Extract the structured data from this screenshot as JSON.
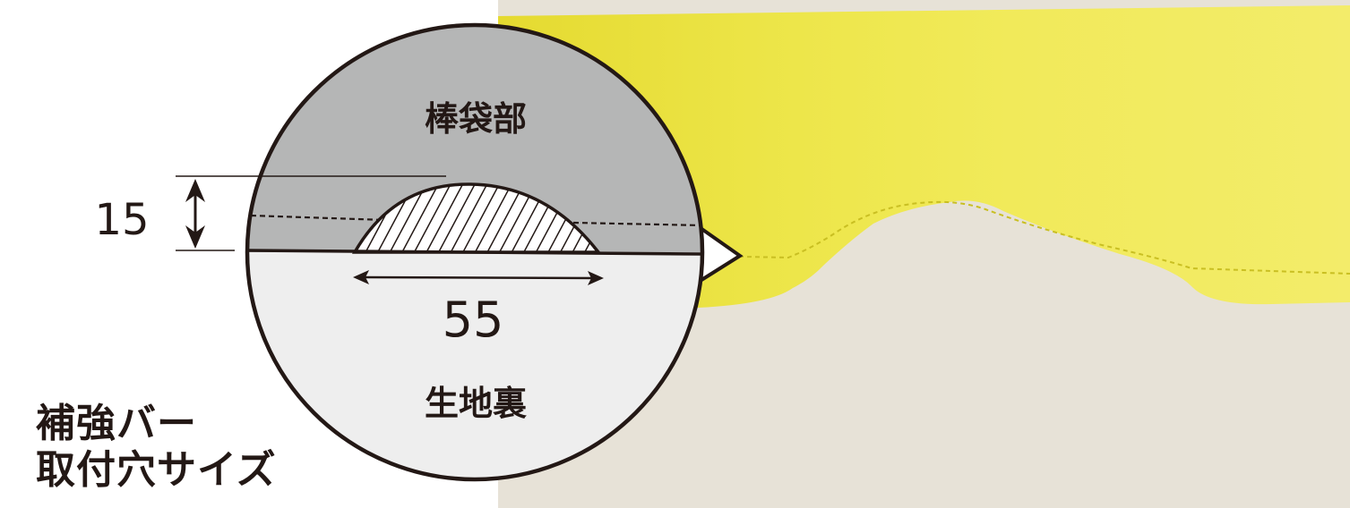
{
  "labels": {
    "upper_region": "棒袋部",
    "lower_region": "生地裏",
    "height_value": "15",
    "width_value": "55"
  },
  "caption": {
    "line1": "補強バー",
    "line2": "取付穴サイズ"
  },
  "colors": {
    "upper_fill": "#b5b6b6",
    "lower_fill": "#eeeeee",
    "ink": "#231815",
    "yellow_fabric": "#e9e03a",
    "cream_fabric": "#e7e2d7"
  }
}
